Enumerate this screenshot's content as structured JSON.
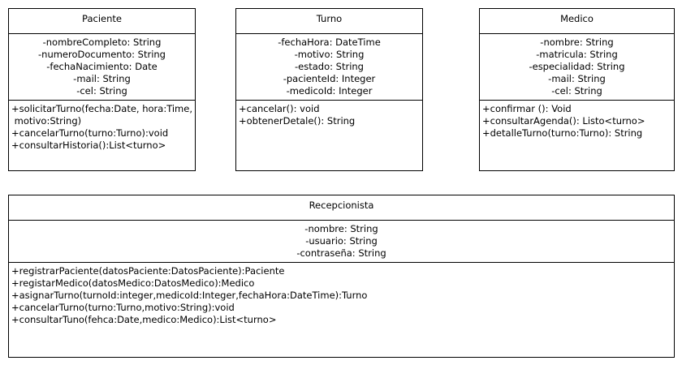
{
  "classes": {
    "paciente": {
      "name": "Paciente",
      "attributes": [
        "-nombreCompleto: String",
        "-numeroDocumento: String",
        "-fechaNacimiento: Date",
        "-mail: String",
        "-cel: String"
      ],
      "operations": [
        "+solicitarTurno(fecha:Date, hora:Time,",
        " motivo:String)",
        "+cancelarTurno(turno:Turno):void",
        "+consultarHistoria():List<turno>"
      ]
    },
    "turno": {
      "name": "Turno",
      "attributes": [
        "-fechaHora: DateTime",
        "-motivo: String",
        "-estado: String",
        "-pacienteId: Integer",
        "-medicoId: Integer"
      ],
      "operations": [
        "+cancelar(): void",
        "+obtenerDetale(): String"
      ]
    },
    "medico": {
      "name": "Medico",
      "attributes": [
        "-nombre: String",
        "-matricula: String",
        "-especialidad: String",
        "-mail: String",
        "-cel: String"
      ],
      "operations": [
        "+confirmar (): Void",
        "+consultarAgenda(): Listo<turno>",
        "+detalleTurno(turno:Turno): String"
      ]
    },
    "recepcionista": {
      "name": "Recepcionista",
      "attributes": [
        "-nombre: String",
        "-usuario: String",
        "-contraseña: String"
      ],
      "operations": [
        "+registrarPaciente(datosPaciente:DatosPaciente):Paciente",
        "+registarMedico(datosMedico:DatosMedico):Medico",
        "+asignarTurno(turnoId:integer,medicoId:Integer,fechaHora:DateTime):Turno",
        "+cancelarTurno(turno:Turno,motivo:String):void",
        "+consultarTuno(fehca:Date,medico:Medico):List<turno>"
      ]
    }
  }
}
